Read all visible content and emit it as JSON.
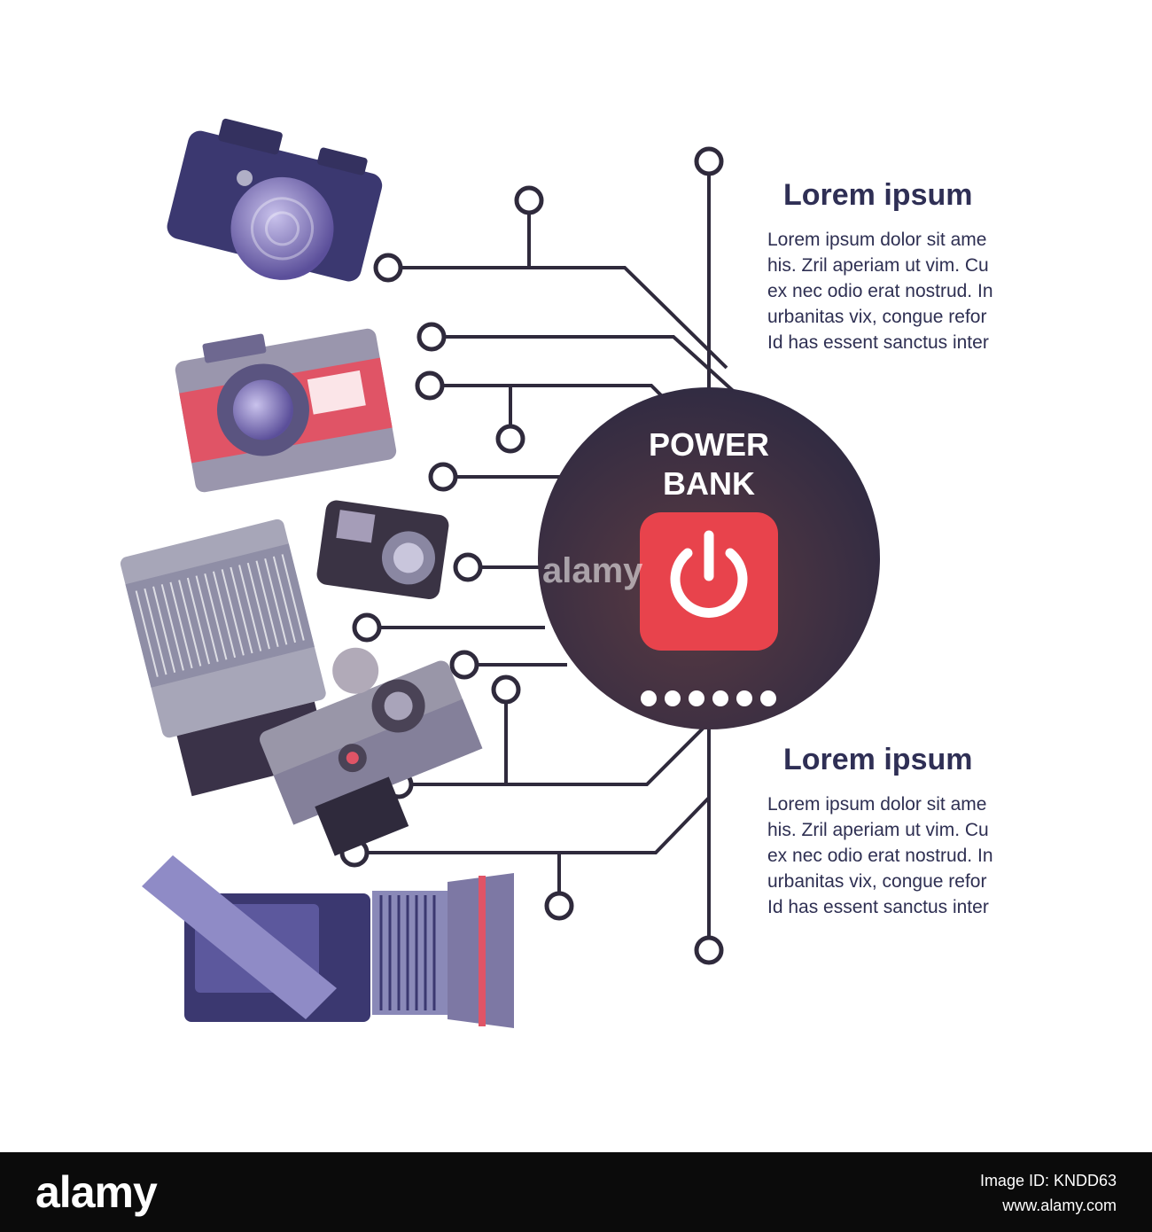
{
  "hub": {
    "title_line1": "POWER",
    "title_line2": "BANK",
    "indicator_dots": 6,
    "colors": {
      "hub": "#3a2f44",
      "button": "#e8434c",
      "line": "#2f2a3c"
    }
  },
  "info_top": {
    "heading": "Lorem ipsum",
    "lines": [
      "Lorem ipsum dolor sit ame",
      "his. Zril aperiam ut vim. Cu",
      "ex nec odio erat nostrud. In",
      "urbanitas vix, congue refor",
      "Id has essent sanctus inter"
    ]
  },
  "info_bottom": {
    "heading": "Lorem ipsum",
    "lines": [
      "Lorem ipsum dolor sit ame",
      "his. Zril aperiam ut vim. Cu",
      "ex nec odio erat nostrud. In",
      "urbanitas vix, congue refor",
      "Id has essent sanctus inter"
    ]
  },
  "icons": [
    "dslr-camera-icon",
    "retro-camera-icon",
    "zoom-lens-icon",
    "action-camera-icon",
    "mirrorless-camera-icon",
    "video-camera-icon",
    "power-icon"
  ],
  "watermark": "alamy",
  "footer": {
    "logo": "alamy",
    "image_id": "Image ID: KNDD63",
    "site": "www.alamy.com"
  }
}
